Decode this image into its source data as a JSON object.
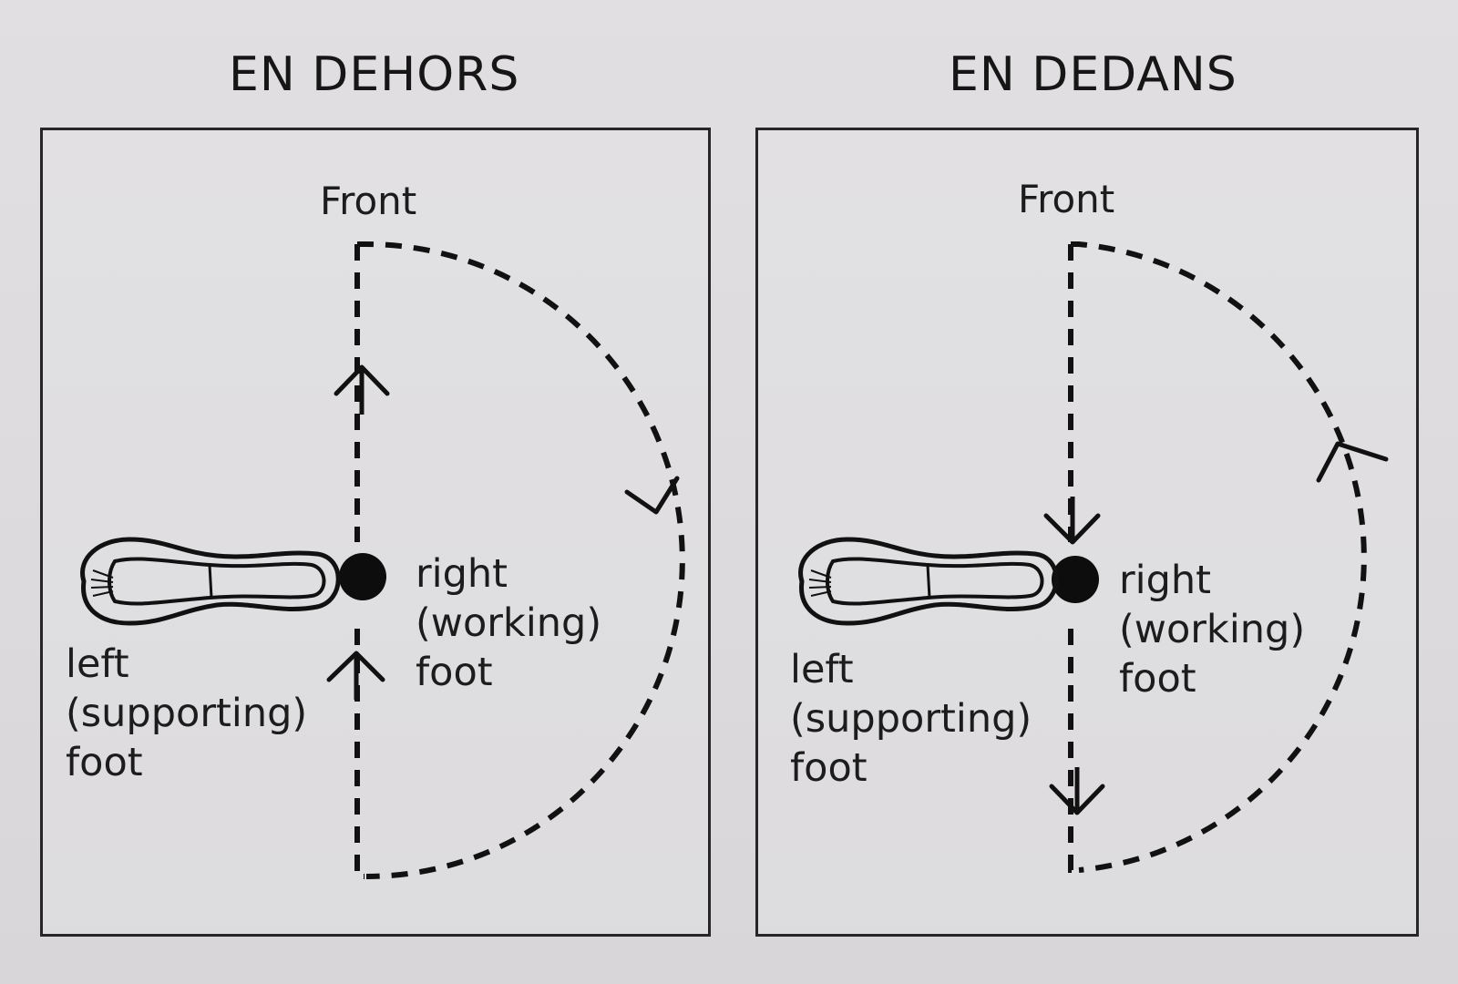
{
  "panels": [
    {
      "title": "EN DEHORS",
      "front_label": "Front",
      "working_foot_label": [
        "right",
        "(working)",
        "foot"
      ],
      "supporting_foot_label": [
        "left",
        "(supporting)",
        "foot"
      ]
    },
    {
      "title": "EN DEDANS",
      "front_label": "Front",
      "working_foot_label": [
        "right",
        "(working)",
        "foot"
      ],
      "supporting_foot_label": [
        "left",
        "(supporting)",
        "foot"
      ]
    }
  ],
  "colors": {
    "background": "#dddbdd",
    "ink": "#111111"
  }
}
